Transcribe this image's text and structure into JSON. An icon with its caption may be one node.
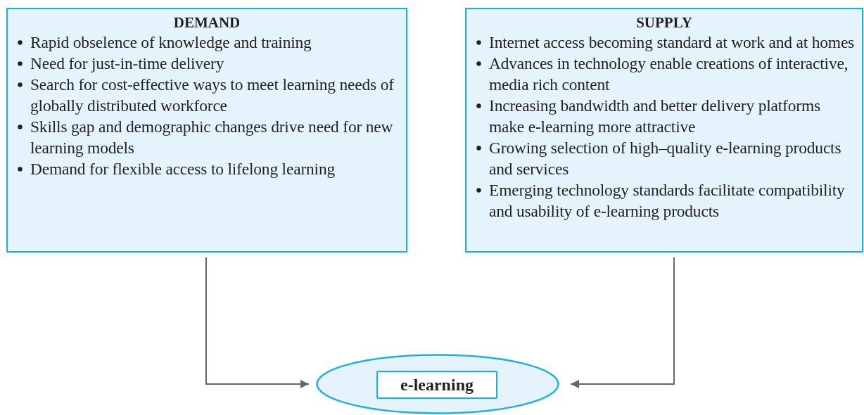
{
  "diagram": {
    "nodes": [
      {
        "text": [
          "DEMAND",
          "Rapid obselence of knowledge and training",
          "Need for just-in-time delivery",
          "Search for cost-effective ways to meet learning needs of globally distributed workforce",
          "Skills gap and demographic changes drive need for new learning models",
          "Demand for flexible access to lifelong learning"
        ]
      },
      {
        "text": [
          "SUPPLY",
          "Internet access becoming standard at work and at homes",
          "Advances in technology enable creations of interactive, media rich content",
          "Increasing bandwidth and better delivery platforms make e-learning more attractive",
          "Growing selection of high–quality e-learning products and services",
          "Emerging technology standards facilitate compatibility and usability of e-learning products"
        ]
      },
      {
        "text": [],
        "shape": "ellipse"
      },
      {
        "text": [
          "e-learning"
        ],
        "in": 2
      }
    ],
    "edges": [
      {
        "from": 0,
        "to": 2,
        "arrow": "to"
      },
      {
        "from": 1,
        "to": 2,
        "arrow": "to"
      }
    ]
  }
}
